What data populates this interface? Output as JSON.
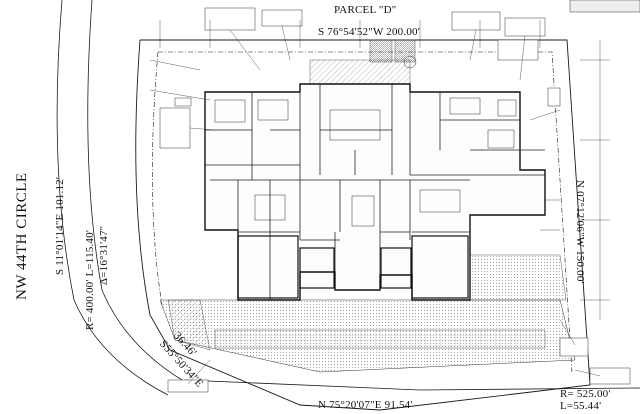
{
  "plan": {
    "parcel_label": "PARCEL \"D\"",
    "street_name": "NW 44TH CIRCLE",
    "bearing_north": "S 76°54'52\"W 200.00'",
    "bearing_south": "N 75°20'07\"E 91.54'",
    "bearing_east": "N 07°12'06\"W 150.00'",
    "bearing_west": "S 11°01'14\"E 101.12'",
    "bearing_corner_a": "36.46'",
    "bearing_corner_b": "S55°50'34\"E",
    "curve_west_radius": "R= 400.00'  L=115.40'",
    "curve_west_delta": "Δ=16°31'47\"",
    "curve_south_radius": "R= 525.00'",
    "curve_south_length": "L=55.44'",
    "colors": {
      "line": "#1a1a1a",
      "hatch": "#8a8a8a",
      "paper": "#ffffff"
    }
  }
}
